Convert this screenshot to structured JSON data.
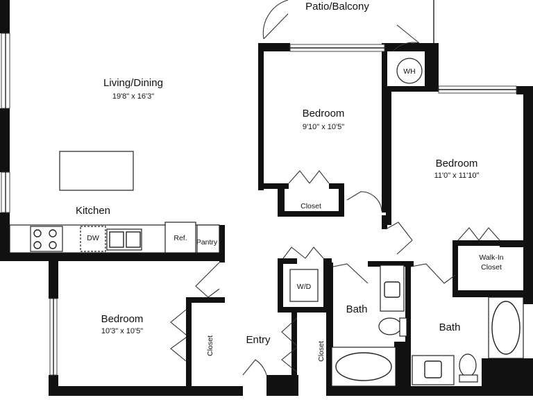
{
  "rooms": {
    "patio": {
      "name": "Patio/Balcony"
    },
    "living": {
      "name": "Living/Dining",
      "dims": "19'8\" x 16'3\""
    },
    "kitchen": {
      "name": "Kitchen"
    },
    "bedroom_top": {
      "name": "Bedroom",
      "dims": "9'10\" x 10'5\""
    },
    "bedroom_right": {
      "name": "Bedroom",
      "dims": "11'0\" x 11'10\""
    },
    "bedroom_left": {
      "name": "Bedroom",
      "dims": "10'3\" x 10'5\""
    },
    "entry": {
      "name": "Entry"
    },
    "bath_center": {
      "name": "Bath"
    },
    "bath_right": {
      "name": "Bath"
    }
  },
  "fixtures": {
    "water_heater": "WH",
    "dishwasher": "DW",
    "refrigerator": "Ref.",
    "pantry": "Pantry",
    "washer_dryer": "W/D",
    "closet_top": "Closet",
    "closet_left": "Closet",
    "closet_entry": "Closet",
    "walkin_line1": "Walk-In",
    "walkin_line2": "Closet"
  }
}
